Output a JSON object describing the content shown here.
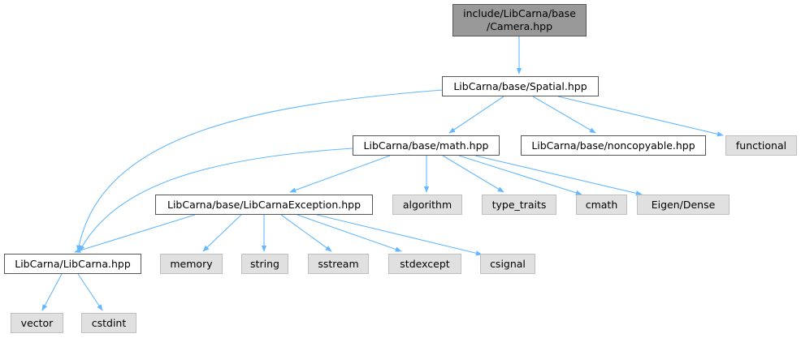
{
  "graph": {
    "edge_color": "#63b8ff",
    "nodes": {
      "camera": {
        "label": "include/LibCarna/base\n/Camera.hpp"
      },
      "spatial": {
        "label": "LibCarna/base/Spatial.hpp"
      },
      "math": {
        "label": "LibCarna/base/math.hpp"
      },
      "noncopyable": {
        "label": "LibCarna/base/noncopyable.hpp"
      },
      "functional": {
        "label": "functional"
      },
      "exception": {
        "label": "LibCarna/base/LibCarnaException.hpp"
      },
      "algorithm": {
        "label": "algorithm"
      },
      "type_traits": {
        "label": "type_traits"
      },
      "cmath": {
        "label": "cmath"
      },
      "eigen": {
        "label": "Eigen/Dense"
      },
      "libcarna": {
        "label": "LibCarna/LibCarna.hpp"
      },
      "memory": {
        "label": "memory"
      },
      "string": {
        "label": "string"
      },
      "sstream": {
        "label": "sstream"
      },
      "stdexcept": {
        "label": "stdexcept"
      },
      "csignal": {
        "label": "csignal"
      },
      "vector": {
        "label": "vector"
      },
      "cstdint": {
        "label": "cstdint"
      }
    }
  }
}
